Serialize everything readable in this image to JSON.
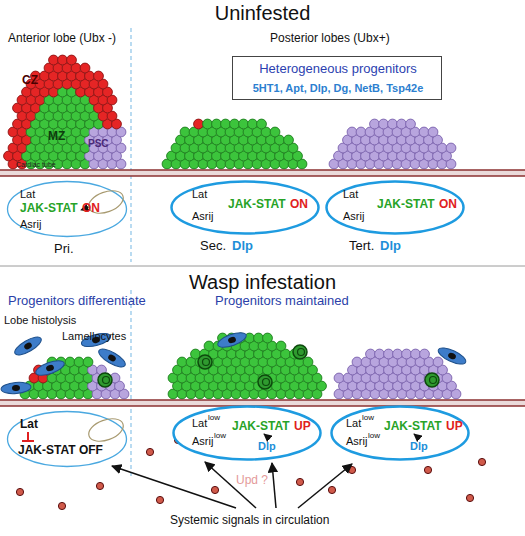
{
  "diagram": {
    "nodes": [
      {
        "text": [
          "Heterogeneous progenitors",
          "5HT1, Apt, Dlp, Dg, NetB, Tsp42e"
        ]
      },
      {
        "text": [
          "Lat",
          "Asrij",
          "JAK-STAT",
          "ON",
          "Pri."
        ]
      },
      {
        "text": [
          "Lat",
          "Asrij",
          "JAK-STAT",
          "ON",
          "Sec.",
          "Dlp"
        ]
      },
      {
        "text": [
          "Lat",
          "Asrij",
          "JAK-STAT",
          "ON",
          "Tert.",
          "Dlp"
        ]
      },
      {
        "text": [
          "Lat",
          "JAK-STAT OFF"
        ]
      },
      {
        "text": [
          "Lat",
          "low",
          "Asrij",
          "low",
          "JAK-STAT",
          "UP",
          "Dlp"
        ]
      },
      {
        "text": [
          "Lat",
          "low",
          "Asrij",
          "low",
          "JAK-STAT",
          "UP",
          "Dlp"
        ]
      }
    ],
    "labels": [
      "Uninfested",
      "Anterior lobe (Ubx -)",
      "Posterior lobes (Ubx+)",
      "CZ",
      "MZ",
      "PSC",
      "Cardiac tube",
      "Wasp infestation",
      "Progenitors differentiate",
      "Progenitors maintained",
      "Lobe histolysis",
      "Lamellocytes",
      "Upd ?",
      "Systemic signals in circulation"
    ]
  }
}
